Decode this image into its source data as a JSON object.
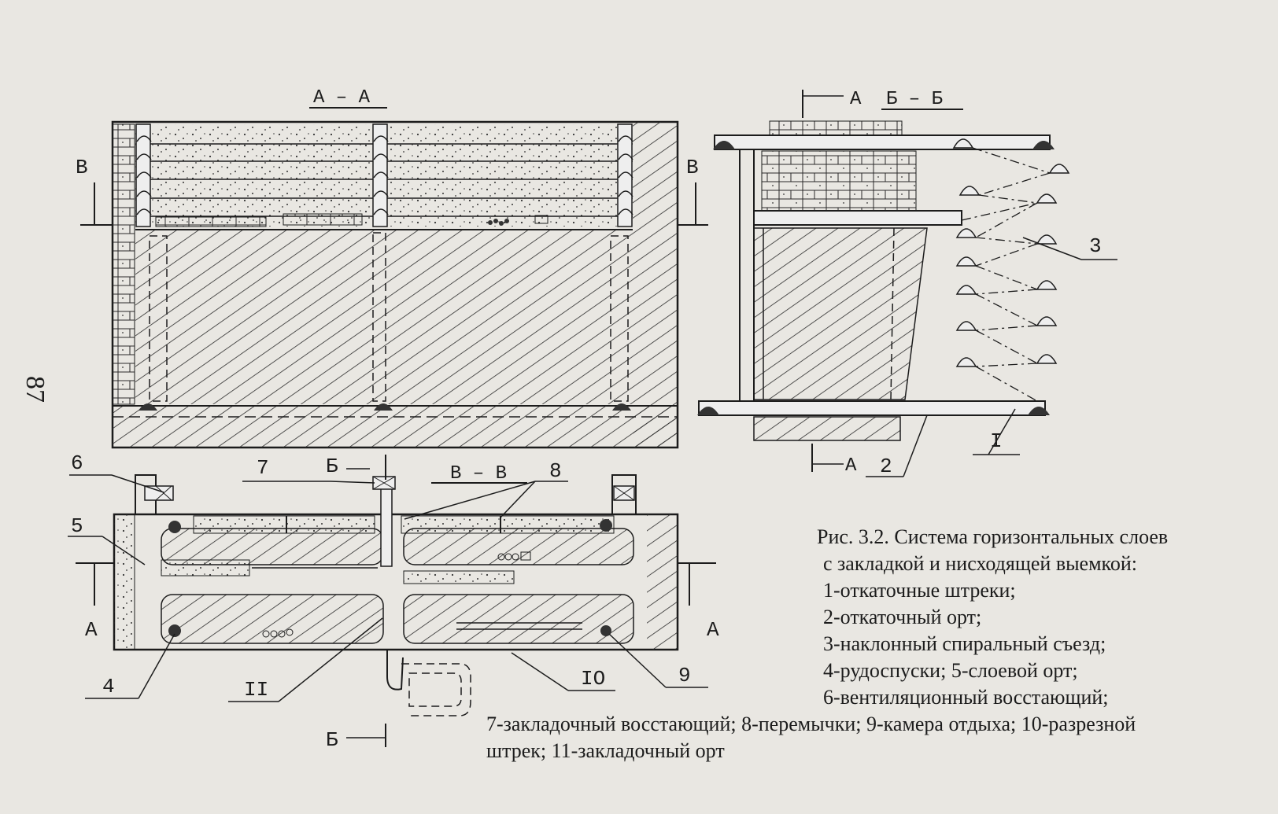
{
  "page_number": "87",
  "sections": {
    "aa": "А – А",
    "bb": "Б – Б",
    "vv": "В – В"
  },
  "markers": {
    "a": "А",
    "b": "Б",
    "v": "В",
    "roman_one": "I"
  },
  "callouts": [
    "6",
    "5",
    "4",
    "7",
    "8",
    "II",
    "IO",
    "9",
    "3",
    "2"
  ],
  "caption": {
    "line1": "Рис. 3.2. Система горизонтальных слоев",
    "line2": "с закладкой и нисходящей выемкой:",
    "item1": "1-откаточные штреки;",
    "item2": "2-откаточный орт;",
    "item3": "3-наклонный спиральный съезд;",
    "item4": "4-рудоспуски; 5-слоевой орт;",
    "item5": "6-вентиляционный восстающий;",
    "item6": "7-закладочный восстающий; 8-перемычки; 9-камера отдыха; 10-разрезной",
    "item7": "штрек; 11-закладочный орт"
  },
  "colors": {
    "ink": "#1c1c1c",
    "paper": "#e9e7e2"
  }
}
